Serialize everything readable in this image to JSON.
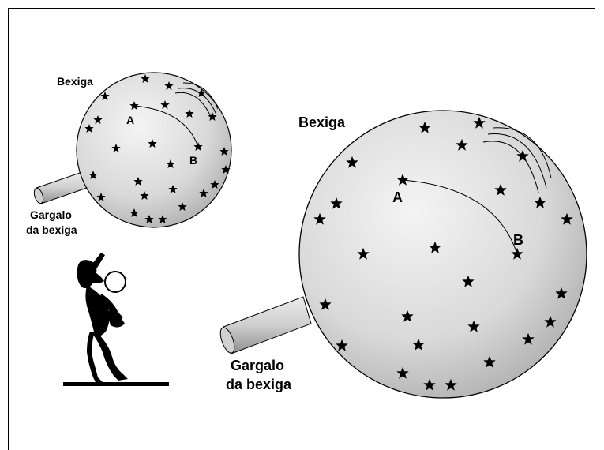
{
  "diagram": {
    "small_balloon": {
      "label": "Bexiga",
      "neck_label_line1": "Gargalo",
      "neck_label_line2": "da bexiga",
      "point_a": "A",
      "point_b": "B"
    },
    "large_balloon": {
      "label": "Bexiga",
      "neck_label_line1": "Gargalo",
      "neck_label_line2": "da bexiga",
      "point_a": "A",
      "point_b": "B"
    },
    "figure": "person-inflating-balloon"
  }
}
